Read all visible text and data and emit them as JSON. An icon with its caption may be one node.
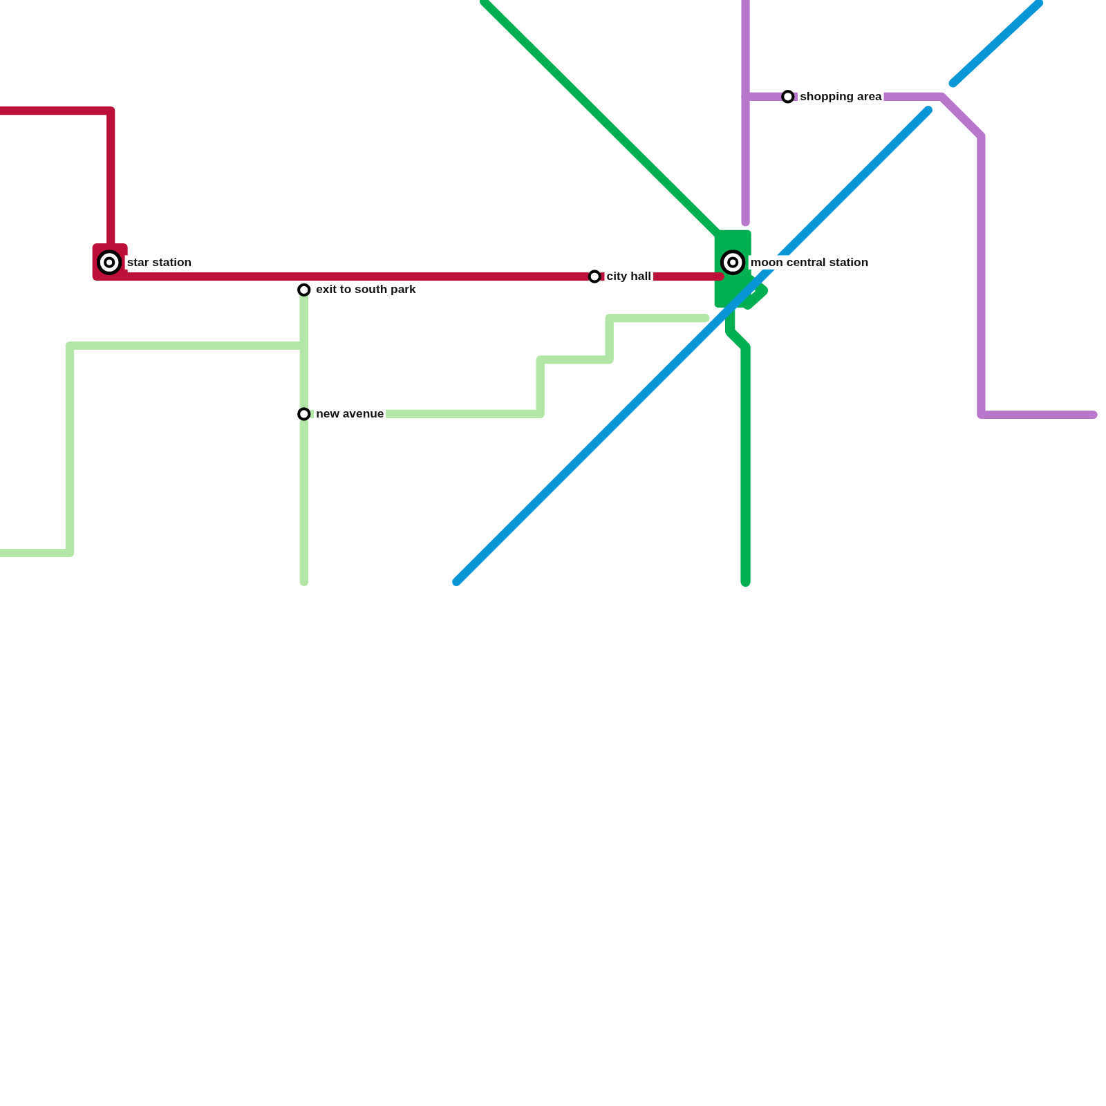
{
  "diagram": {
    "nodes": [
      {
        "text": [
          "star station"
        ]
      },
      {
        "text": [
          "exit to south park"
        ]
      },
      {
        "text": [
          "new avenue"
        ]
      },
      {
        "text": [
          "city hall"
        ]
      },
      {
        "text": [
          "moon central station"
        ]
      },
      {
        "text": [
          "shopping area"
        ]
      }
    ],
    "edges": [
      {
        "from": 0,
        "to": 3,
        "arrow": "none"
      },
      {
        "from": 3,
        "to": 4,
        "arrow": "none"
      },
      {
        "from": 1,
        "to": 2,
        "arrow": "none",
        "color": "#b2e6a6"
      }
    ]
  }
}
